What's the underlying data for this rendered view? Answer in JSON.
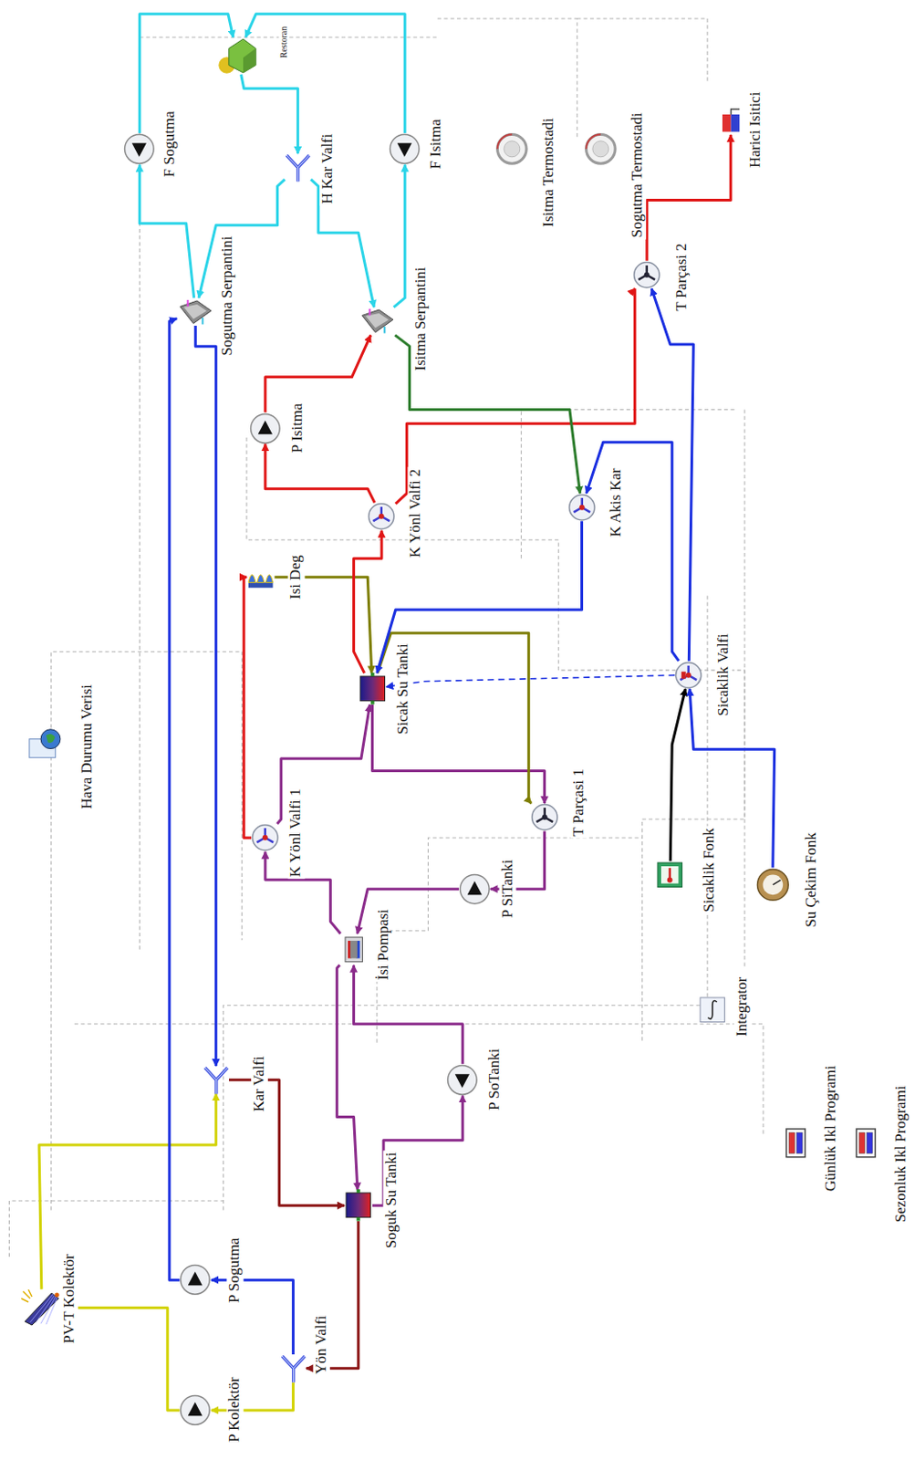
{
  "diagram": {
    "nodes": [
      {
        "text": [
          "PV-T Kolektör"
        ]
      },
      {
        "text": [
          "P Kolektör"
        ]
      },
      {
        "text": [
          "Yön Valfi"
        ]
      },
      {
        "text": [
          "P Sogutma"
        ]
      },
      {
        "text": [
          "Kar Valfi"
        ]
      },
      {
        "text": [
          "Soguk Su Tanki"
        ]
      },
      {
        "text": [
          "P SoTanki"
        ]
      },
      {
        "text": [
          "İsi Pompasi"
        ]
      },
      {
        "text": [
          "P SiTanki"
        ]
      },
      {
        "text": [
          "T Parçasi 1"
        ]
      },
      {
        "text": [
          "K Yönl Valfi 1"
        ]
      },
      {
        "text": [
          "Sicak Su Tanki"
        ]
      },
      {
        "text": [
          "Isi Deg"
        ]
      },
      {
        "text": [
          "K Yönl Valfi 2"
        ]
      },
      {
        "text": [
          "P Isitma"
        ]
      },
      {
        "text": [
          "Sogutma Serpantini"
        ]
      },
      {
        "text": [
          "Isitma Serpantini"
        ]
      },
      {
        "text": [
          "F Sogutma"
        ]
      },
      {
        "text": [
          "F Isitma"
        ]
      },
      {
        "text": [
          "H Kar Valfi"
        ]
      },
      {
        "text": [
          "Restoran"
        ]
      },
      {
        "text": [
          "K Akis Kar"
        ]
      },
      {
        "text": [
          "Sicaklik Valfi"
        ]
      },
      {
        "text": [
          "T Parçasi 2"
        ]
      },
      {
        "text": [
          "Harici Isitici"
        ]
      },
      {
        "text": [
          "Isitma Termostadi"
        ]
      },
      {
        "text": [
          "Sogutma Termostadi"
        ]
      },
      {
        "text": [
          "Hava Durumu Verisi"
        ]
      },
      {
        "text": [
          "Sicaklik Fonk"
        ]
      },
      {
        "text": [
          "Su Çekim Fonk"
        ]
      },
      {
        "text": [
          "Integrator"
        ]
      },
      {
        "text": [
          "Günlük Ikl Programi"
        ]
      },
      {
        "text": [
          "Sezonluk Ikl Programi"
        ]
      }
    ],
    "edges": [
      {
        "from": 0,
        "to": 4,
        "arrow": "to"
      },
      {
        "from": 1,
        "to": 0,
        "arrow": "to"
      },
      {
        "from": 2,
        "to": 1,
        "arrow": "to"
      },
      {
        "from": 5,
        "to": 2,
        "arrow": "to"
      },
      {
        "from": 4,
        "to": 5,
        "arrow": "to"
      },
      {
        "from": 2,
        "to": 3,
        "arrow": "to"
      },
      {
        "from": 3,
        "to": 15,
        "arrow": "to"
      },
      {
        "from": 15,
        "to": 4,
        "arrow": "to"
      },
      {
        "from": 5,
        "to": 6,
        "arrow": "to"
      },
      {
        "from": 6,
        "to": 7,
        "arrow": "to"
      },
      {
        "from": 7,
        "to": 5,
        "arrow": "to"
      },
      {
        "from": 8,
        "to": 7,
        "arrow": "to"
      },
      {
        "from": 9,
        "to": 8,
        "arrow": "to"
      },
      {
        "from": 11,
        "to": 9,
        "arrow": "to"
      },
      {
        "from": 7,
        "to": 10,
        "arrow": "to"
      },
      {
        "from": 10,
        "to": 11,
        "arrow": "to"
      },
      {
        "from": 10,
        "to": 12,
        "arrow": "to"
      },
      {
        "from": 12,
        "to": 11,
        "arrow": "to"
      },
      {
        "from": 11,
        "to": 9,
        "arrow": "to"
      },
      {
        "from": 11,
        "to": 13,
        "arrow": "to"
      },
      {
        "from": 13,
        "to": 14,
        "arrow": "to"
      },
      {
        "from": 14,
        "to": 16,
        "arrow": "to"
      },
      {
        "from": 13,
        "to": 23,
        "arrow": "to"
      },
      {
        "from": 23,
        "to": 24,
        "arrow": "to"
      },
      {
        "from": 16,
        "to": 21,
        "arrow": "to"
      },
      {
        "from": 21,
        "to": 11,
        "arrow": "to"
      },
      {
        "from": 22,
        "to": 21,
        "arrow": "to"
      },
      {
        "from": 22,
        "to": 23,
        "arrow": "to"
      },
      {
        "from": 28,
        "to": 22,
        "arrow": "to"
      },
      {
        "from": 29,
        "to": 22,
        "arrow": "to"
      },
      {
        "from": 22,
        "to": 11,
        "arrow": "to"
      },
      {
        "from": 15,
        "to": 17,
        "arrow": "to"
      },
      {
        "from": 17,
        "to": 20,
        "arrow": "to"
      },
      {
        "from": 20,
        "to": 19,
        "arrow": "to"
      },
      {
        "from": 19,
        "to": 15,
        "arrow": "to"
      },
      {
        "from": 19,
        "to": 16,
        "arrow": "to"
      },
      {
        "from": 16,
        "to": 18,
        "arrow": "to"
      },
      {
        "from": 18,
        "to": 20,
        "arrow": "to"
      }
    ]
  }
}
